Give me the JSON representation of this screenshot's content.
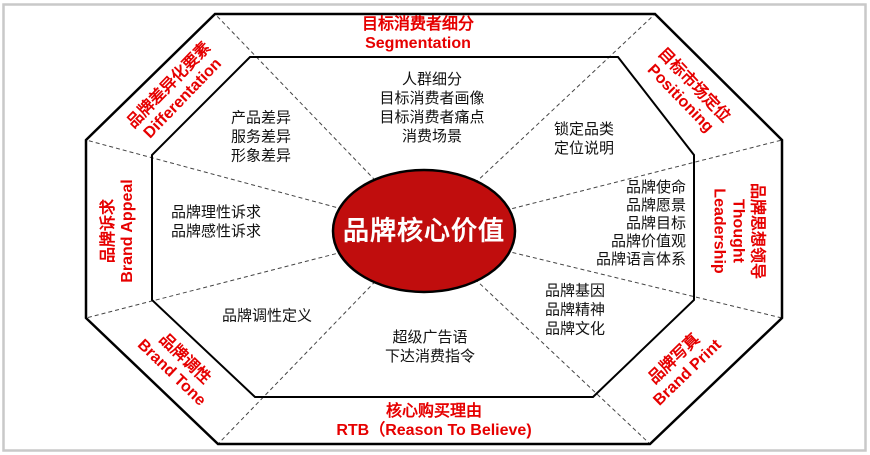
{
  "diagram": {
    "title": "品牌核心价值",
    "colors": {
      "accent_red": "#e60000",
      "center_fill": "#c00d0d",
      "outline": "#000000",
      "frame": "#c9c9c9",
      "dash": "#444444"
    },
    "center": {
      "label": "品牌核心价值"
    },
    "ring": {
      "top": {
        "zh": "目标消费者细分",
        "en": "Segmentation"
      },
      "top_right": {
        "zh": "目标市场定位",
        "en": "Positioning"
      },
      "right": {
        "zh": "品牌思想领导",
        "en": "Thought Leadership"
      },
      "bottom_right": {
        "zh": "品牌写真",
        "en": "Brand Print"
      },
      "bottom": {
        "zh": "核心购买理由",
        "en": "RTB（Reason To Believe)"
      },
      "bottom_left": {
        "zh": "品牌调性",
        "en": "Brand Tone"
      },
      "left": {
        "zh": "品牌诉求",
        "en": "Brand Appeal"
      },
      "top_left": {
        "zh": "品牌差异化要素",
        "en": "Differentation"
      }
    },
    "sectors": {
      "top": {
        "lines": [
          "人群细分",
          "目标消费者画像",
          "目标消费者痛点",
          "消费场景"
        ]
      },
      "top_right": {
        "lines": [
          "锁定品类",
          "定位说明"
        ]
      },
      "right": {
        "lines": [
          "品牌使命",
          "品牌愿景",
          "品牌目标",
          "品牌价值观",
          "品牌语言体系"
        ]
      },
      "bottom_right": {
        "lines": [
          "品牌基因",
          "品牌精神",
          "品牌文化"
        ]
      },
      "bottom": {
        "lines": [
          "超级广告语",
          "下达消费指令"
        ]
      },
      "bottom_left": {
        "lines": [
          "品牌调性定义"
        ]
      },
      "left": {
        "lines": [
          "品牌理性诉求",
          "品牌感性诉求"
        ]
      },
      "top_left": {
        "lines": [
          "产品差异",
          "服务差异",
          "形象差异"
        ]
      }
    }
  }
}
